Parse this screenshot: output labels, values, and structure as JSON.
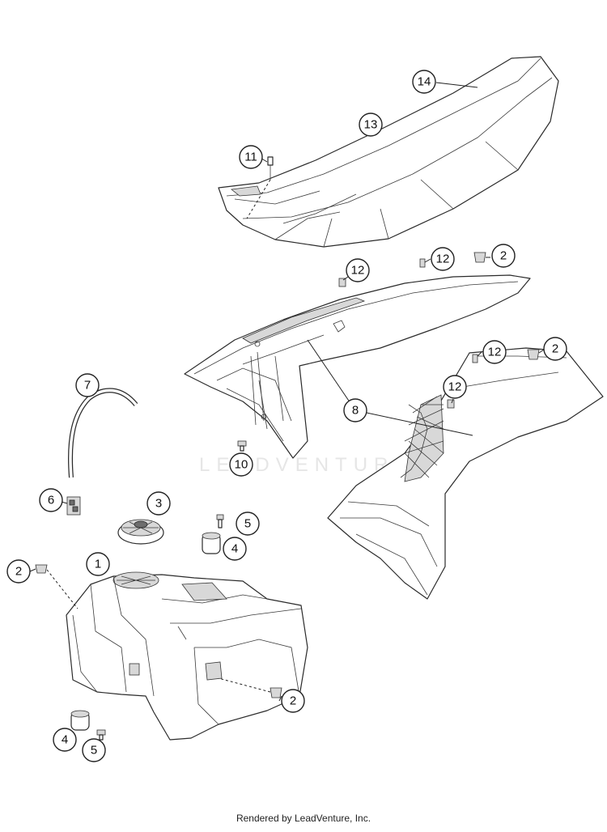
{
  "watermark": "LEADVENTURE",
  "credit": "Rendered by LeadVenture, Inc.",
  "callouts": {
    "c14": "14",
    "c13": "13",
    "c11": "11",
    "c12a": "12",
    "c12b": "12",
    "c2a": "2",
    "c12c": "12",
    "c2b": "2",
    "c12d": "12",
    "c8": "8",
    "c7": "7",
    "c10": "10",
    "c6": "6",
    "c3": "3",
    "c5a": "5",
    "c4a": "4",
    "c2c": "2",
    "c1": "1",
    "c2d": "2",
    "c4b": "4",
    "c5b": "5"
  }
}
